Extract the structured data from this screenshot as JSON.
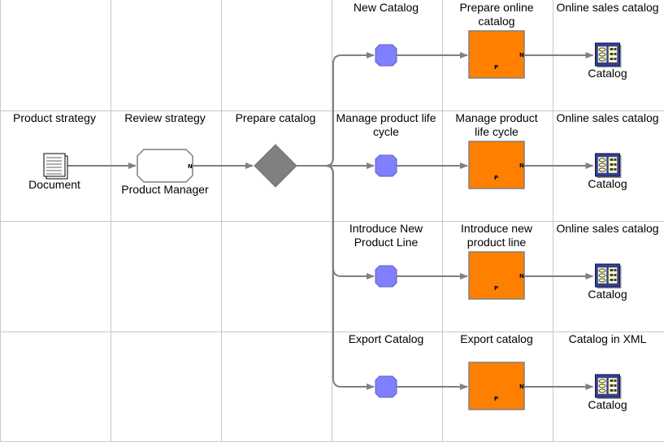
{
  "diagram": {
    "columns": 6,
    "rows": 4,
    "colors": {
      "grid": "#c8c8c8",
      "connector": "#808080",
      "event_fill": "#8080ff",
      "event_stroke": "#6060c0",
      "function_fill": "#ff8000",
      "function_stroke": "#808080",
      "gateway_fill": "#808080",
      "catalog_icon_fill": "#3040a0"
    },
    "cells": [
      {
        "id": "product-strategy",
        "row": 1,
        "col": 0,
        "kind": "document",
        "title": [
          "Product strategy"
        ],
        "label": "Document",
        "icon": "document-icon"
      },
      {
        "id": "review-strategy",
        "row": 1,
        "col": 1,
        "kind": "task",
        "title": [
          "Review strategy"
        ],
        "label": "Product Manager",
        "marker": "N"
      },
      {
        "id": "prepare-catalog",
        "row": 1,
        "col": 2,
        "kind": "gateway",
        "title": [
          "Prepare catalog"
        ]
      },
      {
        "id": "new-catalog",
        "row": 0,
        "col": 3,
        "kind": "event",
        "title": [
          "New Catalog"
        ]
      },
      {
        "id": "manage-plc-event",
        "row": 1,
        "col": 3,
        "kind": "event",
        "title": [
          "Manage product life",
          "cycle"
        ]
      },
      {
        "id": "introduce-new-product-line-event",
        "row": 2,
        "col": 3,
        "kind": "event",
        "title": [
          "Introduce New",
          "Product Line"
        ]
      },
      {
        "id": "export-catalog-event",
        "row": 3,
        "col": 3,
        "kind": "event",
        "title": [
          "Export Catalog"
        ]
      },
      {
        "id": "prepare-online-catalog",
        "row": 0,
        "col": 4,
        "kind": "function",
        "title": [
          "Prepare online",
          "catalog"
        ],
        "marker_p": "P",
        "marker_n": "N"
      },
      {
        "id": "manage-plc-function",
        "row": 1,
        "col": 4,
        "kind": "function",
        "title": [
          "Manage product",
          "life cycle"
        ],
        "marker_p": "P",
        "marker_n": "N"
      },
      {
        "id": "introduce-new-product-line-function",
        "row": 2,
        "col": 4,
        "kind": "function",
        "title": [
          "Introduce new",
          "product line"
        ],
        "marker_p": "P",
        "marker_n": "N"
      },
      {
        "id": "export-catalog-function",
        "row": 3,
        "col": 4,
        "kind": "function",
        "title": [
          "Export catalog"
        ],
        "marker_p": "P",
        "marker_n": "N"
      },
      {
        "id": "online-sales-catalog-1",
        "row": 0,
        "col": 5,
        "kind": "catalog",
        "title": [
          "Online sales catalog"
        ],
        "label": "Catalog",
        "icon": "catalog-icon"
      },
      {
        "id": "online-sales-catalog-2",
        "row": 1,
        "col": 5,
        "kind": "catalog",
        "title": [
          "Online sales catalog"
        ],
        "label": "Catalog",
        "icon": "catalog-icon"
      },
      {
        "id": "online-sales-catalog-3",
        "row": 2,
        "col": 5,
        "kind": "catalog",
        "title": [
          "Online sales catalog"
        ],
        "label": "Catalog",
        "icon": "catalog-icon"
      },
      {
        "id": "catalog-in-xml",
        "row": 3,
        "col": 5,
        "kind": "catalog",
        "title": [
          "Catalog in XML"
        ],
        "label": "Catalog",
        "icon": "catalog-icon"
      }
    ],
    "connections": [
      {
        "from": "product-strategy",
        "to": "review-strategy"
      },
      {
        "from": "review-strategy",
        "to": "prepare-catalog"
      },
      {
        "from": "prepare-catalog",
        "to": "new-catalog"
      },
      {
        "from": "prepare-catalog",
        "to": "manage-plc-event"
      },
      {
        "from": "prepare-catalog",
        "to": "introduce-new-product-line-event"
      },
      {
        "from": "prepare-catalog",
        "to": "export-catalog-event"
      },
      {
        "from": "new-catalog",
        "to": "prepare-online-catalog"
      },
      {
        "from": "manage-plc-event",
        "to": "manage-plc-function"
      },
      {
        "from": "introduce-new-product-line-event",
        "to": "introduce-new-product-line-function"
      },
      {
        "from": "export-catalog-event",
        "to": "export-catalog-function"
      },
      {
        "from": "prepare-online-catalog",
        "to": "online-sales-catalog-1"
      },
      {
        "from": "manage-plc-function",
        "to": "online-sales-catalog-2"
      },
      {
        "from": "introduce-new-product-line-function",
        "to": "online-sales-catalog-3"
      },
      {
        "from": "export-catalog-function",
        "to": "catalog-in-xml"
      }
    ]
  }
}
